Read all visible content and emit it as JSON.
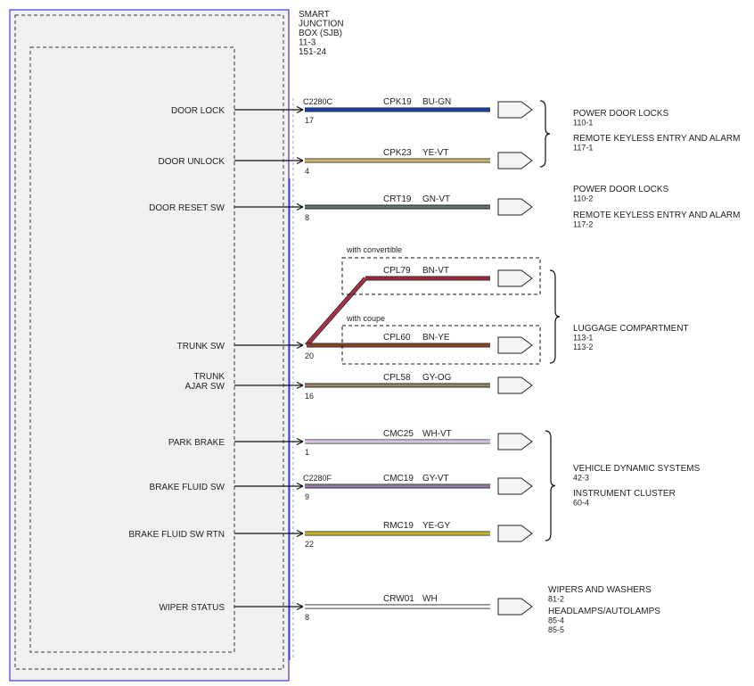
{
  "module": {
    "title_lines": [
      "SMART",
      "JUNCTION",
      "BOX (SJB)",
      "11-3",
      "151-24"
    ]
  },
  "colors": {
    "box_fill": "#f0f0f0",
    "box_outline": "#3a3adb",
    "dashed": "#333333"
  },
  "signals": [
    {
      "label_lines": [
        "DOOR LOCK"
      ],
      "pin": "17",
      "connector": "C2280C",
      "circuit": "CPK19",
      "wire_color": "BU-GN",
      "wire": [
        "#1a3fb0"
      ]
    },
    {
      "label_lines": [
        "DOOR UNLOCK"
      ],
      "pin": "4",
      "circuit": "CPK23",
      "wire_color": "YE-VT",
      "wire": [
        "#e8d84a",
        "#b77bd6"
      ]
    },
    {
      "label_lines": [
        "DOOR RESET SW"
      ],
      "pin": "8",
      "circuit": "CRT19",
      "wire_color": "GN-VT",
      "wire": [
        "#3d7a3a",
        "#9966cc"
      ]
    },
    {
      "label_lines": [
        "TRUNK SW"
      ],
      "pin": "20",
      "wire": [
        "#c4384f",
        "#8e2a3b"
      ]
    },
    {
      "label_lines": [
        "TRUNK",
        "AJAR SW"
      ],
      "pin": "16",
      "circuit": "CPL58",
      "wire_color": "GY-OG",
      "wire": [
        "#8a7c6a",
        "#b08a56"
      ]
    },
    {
      "label_lines": [
        "PARK BRAKE"
      ],
      "pin": "1",
      "circuit": "CMC25",
      "wire_color": "WH-VT",
      "wire": [
        "#ffffff",
        "#b77bd6"
      ]
    },
    {
      "label_lines": [
        "BRAKE FLUID SW"
      ],
      "pin": "9",
      "connector": "C2280F",
      "circuit": "CMC19",
      "wire_color": "GY-VT",
      "wire": [
        "#9a8ca8",
        "#8a5fb0"
      ]
    },
    {
      "label_lines": [
        "BRAKE FLUID SW RTN"
      ],
      "pin": "22",
      "circuit": "RMC19",
      "wire_color": "YE-GY",
      "wire": [
        "#e0d030",
        "#a89a2a"
      ]
    },
    {
      "label_lines": [
        "WIPER STATUS"
      ],
      "pin": "8",
      "circuit": "CRW01",
      "wire_color": "WH",
      "wire": [
        "#ffffff"
      ]
    }
  ],
  "branches": [
    {
      "option": "with convertible",
      "circuit": "CPL79",
      "wire_color": "BN-VT",
      "wire": [
        "#b0303c",
        "#7a2530"
      ]
    },
    {
      "option": "with coupe",
      "circuit": "CPL60",
      "wire_color": "BN-YE",
      "wire": [
        "#a24a2e",
        "#7a3520"
      ]
    }
  ],
  "references": [
    {
      "lines": [
        "POWER DOOR LOCKS",
        "110-1"
      ]
    },
    {
      "lines": [
        "REMOTE KEYLESS ENTRY AND ALARM",
        "117-1"
      ]
    },
    {
      "lines": [
        "POWER DOOR LOCKS",
        "110-2"
      ]
    },
    {
      "lines": [
        "REMOTE KEYLESS ENTRY AND ALARM",
        "117-2"
      ]
    },
    {
      "lines": [
        "LUGGAGE COMPARTMENT",
        "113-1",
        "113-2"
      ]
    },
    {
      "lines": [
        "VEHICLE DYNAMIC SYSTEMS",
        "42-3"
      ]
    },
    {
      "lines": [
        "INSTRUMENT CLUSTER",
        "60-4"
      ]
    },
    {
      "lines": [
        "WIPERS AND WASHERS",
        "81-2"
      ]
    },
    {
      "lines": [
        "HEADLAMPS/AUTOLAMPS",
        "85-4",
        "85-5"
      ]
    }
  ]
}
